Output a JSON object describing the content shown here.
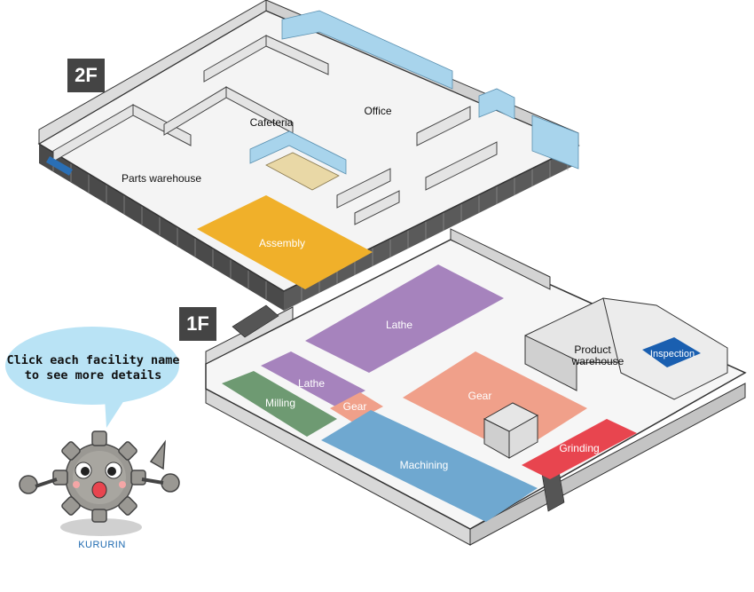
{
  "floors": {
    "second": "2F",
    "first": "1F"
  },
  "rooms_2f": {
    "cafeteria": "Cafeteria",
    "office": "Office",
    "parts_warehouse": "Parts warehouse"
  },
  "facilities_2f": {
    "assembly": "Assembly"
  },
  "facilities_1f": {
    "lathe_large": "Lathe",
    "lathe_small": "Lathe",
    "gear_small": "Gear",
    "gear_large": "Gear",
    "milling": "Milling",
    "machining": "Machining",
    "grinding": "Grinding",
    "inspection": "Inspection"
  },
  "rooms_1f": {
    "product_warehouse_line1": "Product",
    "product_warehouse_line2": "warehouse"
  },
  "speech_bubble": {
    "line1": "Click each facility name",
    "line2": "to see more details"
  },
  "mascot": {
    "name": "KURURIN"
  },
  "colors": {
    "assembly": "#f0b02a",
    "lathe": "#a683bd",
    "gear": "#f0a08a",
    "milling": "#6e9a72",
    "machining": "#6fa8d0",
    "grinding": "#e8454f",
    "inspection": "#1a5fb0",
    "glass": "#a8d4ec",
    "bubble": "#b9e3f5"
  }
}
